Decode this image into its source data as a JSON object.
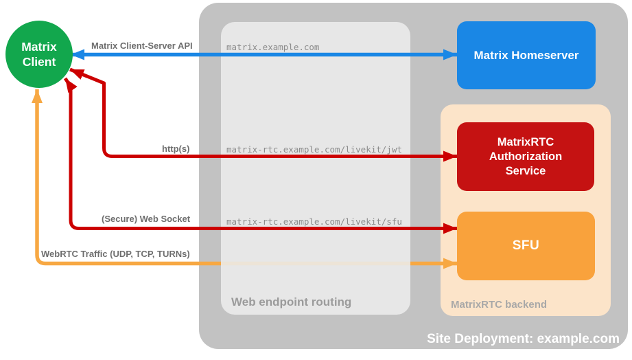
{
  "title": "Site Deployment: example.com",
  "nodes": {
    "client": "Matrix Client",
    "homeserver": "Matrix Homeserver",
    "auth_service": "MatrixRTC Authorization Service",
    "sfu": "SFU"
  },
  "groups": {
    "routing": "Web endpoint routing",
    "backend": "MatrixRTC backend"
  },
  "endpoints": {
    "homeserver": "matrix.example.com",
    "jwt": "matrix-rtc.example.com/livekit/jwt",
    "sfu": "matrix-rtc.example.com/livekit/sfu"
  },
  "connections": {
    "api": "Matrix Client-Server API",
    "https": "http(s)",
    "websocket": "(Secure) Web Socket",
    "webrtc": "WebRTC Traffic (UDP, TCP, TURNs)"
  },
  "colors": {
    "client_green": "#12a74d",
    "homeserver_blue": "#1a87e5",
    "auth_red": "#c51212",
    "sfu_orange": "#f9a23c",
    "arrow_red": "#cc0000",
    "arrow_blue": "#1a87e5",
    "arrow_orange": "#f7a843",
    "backend_peach": "#fce4c9",
    "site_gray": "#c2c2c2",
    "routing_gray": "#ececec"
  }
}
